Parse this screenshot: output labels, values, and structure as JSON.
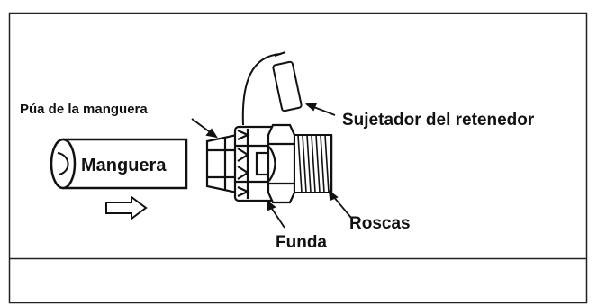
{
  "labels": {
    "hose_barb": "Púa de la manguera",
    "hose": "Manguera",
    "retainer_clip": "Sujetador del retenedor",
    "sleeve": "Funda",
    "threads": "Roscas"
  }
}
